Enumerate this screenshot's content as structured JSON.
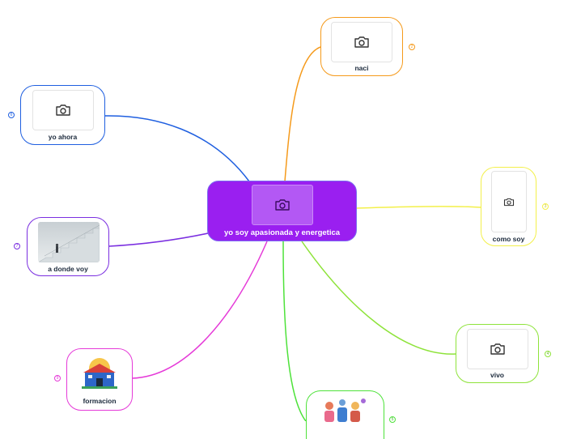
{
  "central": {
    "label": "yo soy apasionada y energetica",
    "image_icon": "camera-icon"
  },
  "branches": [
    {
      "id": "naci",
      "label": "naci",
      "color": "#f59a1b",
      "image": "camera-icon",
      "index": "2"
    },
    {
      "id": "yo-ahora",
      "label": "yo ahora",
      "color": "#1f5fe0",
      "image": "camera-icon",
      "index": "6"
    },
    {
      "id": "como-soy",
      "label": "como soy",
      "color": "#f3f04a",
      "image": "camera-icon",
      "index": "3"
    },
    {
      "id": "a-donde-voy",
      "label": "a donde voy",
      "color": "#7a2ee0",
      "image": "stairs-photo",
      "index": "7"
    },
    {
      "id": "vivo",
      "label": "vivo",
      "color": "#8ee33a",
      "image": "camera-icon",
      "index": "4"
    },
    {
      "id": "formacion",
      "label": "formacion",
      "color": "#e53ad8",
      "image": "school-building-illustration",
      "index": "9"
    },
    {
      "id": "bottom-node",
      "label": "",
      "color": "#4ee23a",
      "image": "people-illustration",
      "index": "5"
    }
  ],
  "colors": {
    "central_fill": "#9a1ff0",
    "central_border": "#7b6df0",
    "central_image_fill": "#b358f4"
  }
}
